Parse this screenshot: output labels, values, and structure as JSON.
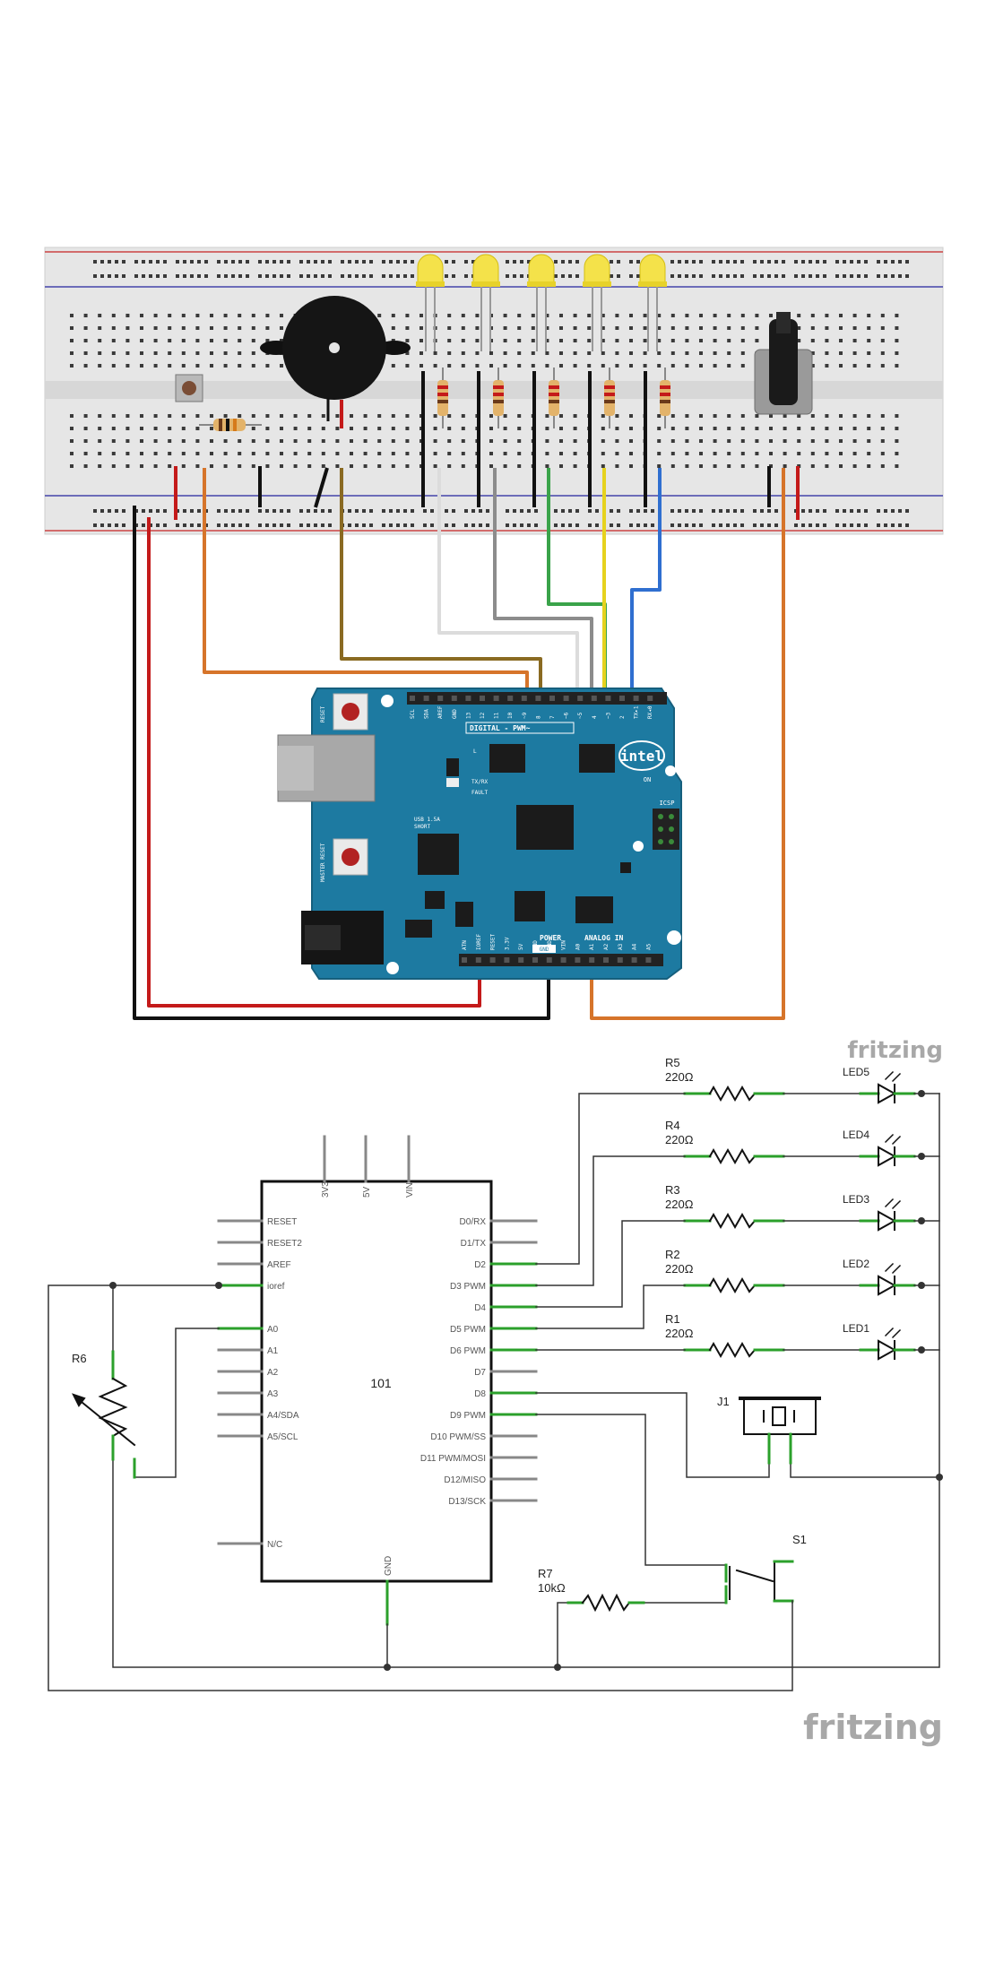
{
  "breadboard_view": {
    "board": {
      "reset_label": "RESET",
      "master_reset_label": "MASTER RESET",
      "digital_header_label": "DIGITAL - PWM~",
      "power_label": "POWER",
      "analog_label": "ANALOG IN",
      "gnd_tag": "GND",
      "brand_label": "intel",
      "on_label": "ON",
      "icsp_label": "ICSP",
      "txrx_label": "TX/RX",
      "fault_label": "FAULT",
      "usb_label": "USB 1.5A",
      "short_label": "SHORT",
      "l_label": "L",
      "top_pins": [
        "SCL",
        "SDA",
        "AREF",
        "GND",
        "13",
        "12",
        "11",
        "10",
        "~9",
        "8",
        "7",
        "~6",
        "~5",
        "4",
        "~3",
        "2",
        "TX▸1",
        "RX◂0"
      ],
      "bottom_pins": [
        "ATN",
        "IOREF",
        "RESET",
        "3.3V",
        "5V",
        "GND",
        "GND",
        "VIN",
        "A0",
        "A1",
        "A2",
        "A3",
        "A4",
        "A5"
      ]
    },
    "watermark": "fritzing"
  },
  "schematic": {
    "mcu_name": "101",
    "top_pins": [
      "3V3",
      "5V",
      "VIN"
    ],
    "bottom_pin": "GND",
    "left_pins": [
      "RESET",
      "RESET2",
      "AREF",
      "ioref",
      "A0",
      "A1",
      "A2",
      "A3",
      "A4/SDA",
      "A5/SCL",
      "N/C"
    ],
    "right_pins": [
      "D0/RX",
      "D1/TX",
      "D2",
      "D3 PWM",
      "D4",
      "D5 PWM",
      "D6 PWM",
      "D7",
      "D8",
      "D9 PWM",
      "D10 PWM/SS",
      "D11 PWM/MOSI",
      "D12/MISO",
      "D13/SCK"
    ],
    "resistors": [
      {
        "ref": "R5",
        "value": "220Ω"
      },
      {
        "ref": "R4",
        "value": "220Ω"
      },
      {
        "ref": "R3",
        "value": "220Ω"
      },
      {
        "ref": "R2",
        "value": "220Ω"
      },
      {
        "ref": "R1",
        "value": "220Ω"
      }
    ],
    "leds": [
      "LED5",
      "LED4",
      "LED3",
      "LED2",
      "LED1"
    ],
    "pot": "R6",
    "buzzer": "J1",
    "switch": "S1",
    "pulldown": {
      "ref": "R7",
      "value": "10kΩ"
    },
    "watermark": "fritzing"
  }
}
